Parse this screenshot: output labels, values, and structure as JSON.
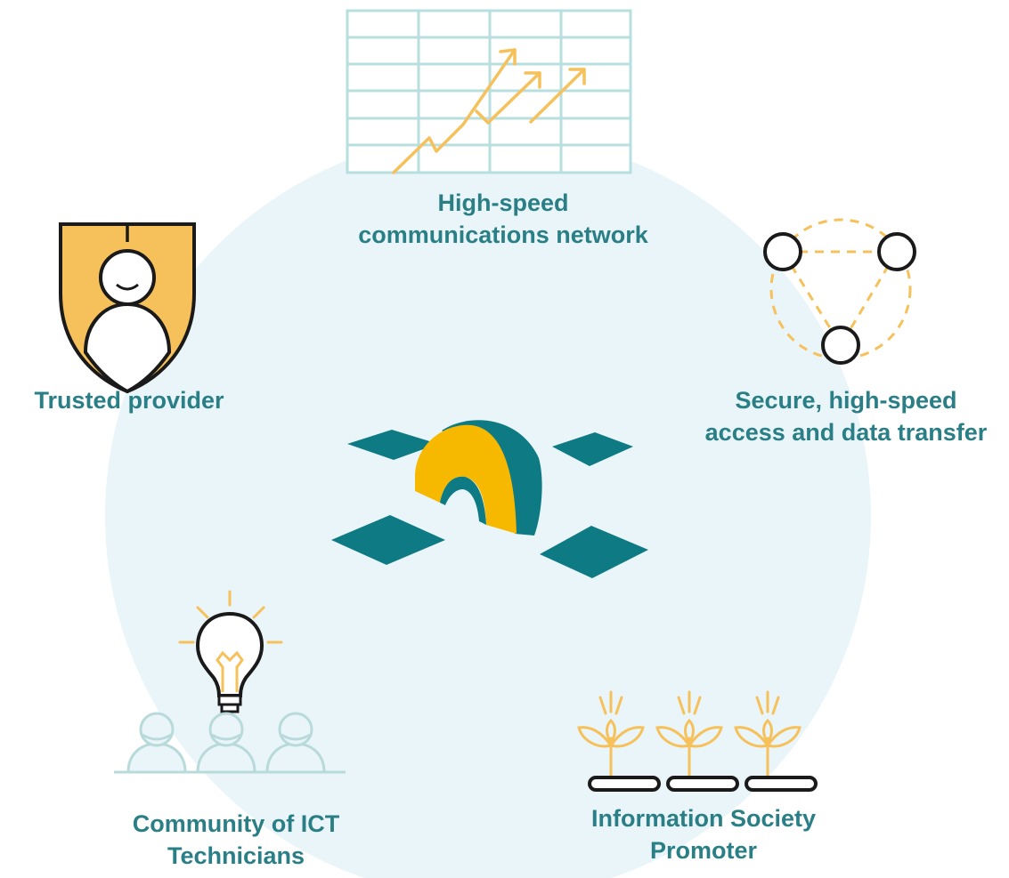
{
  "colors": {
    "teal": "#0e7a84",
    "label_teal": "#2a7f87",
    "yellow": "#f6b900",
    "light_yellow": "#f6c15a",
    "circle_background": "#e9f5f9",
    "grid_lines": "#b8dfdf",
    "outline": "#1a1a1a",
    "people_outline": "#b9dada"
  },
  "nodes": {
    "top": {
      "icon": "growth-chart-icon",
      "line1": "High-speed",
      "line2": "communications network"
    },
    "left": {
      "icon": "shield-person-icon",
      "line1": "Trusted provider"
    },
    "right": {
      "icon": "network-triangle-icon",
      "line1": "Secure, high-speed",
      "line2": "access and data transfer"
    },
    "bottom_left": {
      "icon": "lightbulb-people-icon",
      "line1": "Community of ICT",
      "line2": "Technicians"
    },
    "bottom_right": {
      "icon": "growing-plants-icon",
      "line1": "Information Society",
      "line2": "Promoter"
    },
    "center": {
      "icon": "bridge-logo-icon"
    }
  }
}
